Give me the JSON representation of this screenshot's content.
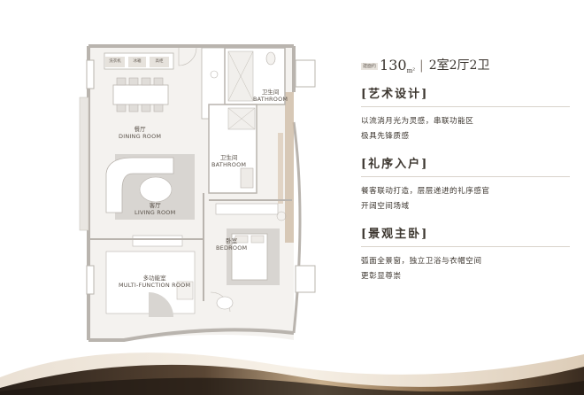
{
  "spec": {
    "area_small": "建面约",
    "area": "130",
    "area_unit": "m²",
    "divider": "|",
    "layout": "2室2厅2卫"
  },
  "sections": [
    {
      "title": "[艺术设计]",
      "lines": [
        "以流淌月光为灵感，串联功能区",
        "极具先锋质感"
      ]
    },
    {
      "title": "[礼序入户]",
      "lines": [
        "餐客联动打造，层层递进的礼序感官",
        "开阔空间场域"
      ]
    },
    {
      "title": "[景观主卧]",
      "lines": [
        "弧面全景窗，独立卫浴与衣帽空间",
        "更彰显尊崇"
      ]
    }
  ],
  "rooms": {
    "dining": {
      "cn": "餐厅",
      "en": "DINING ROOM"
    },
    "living": {
      "cn": "客厅",
      "en": "LIVING ROOM"
    },
    "bath1": {
      "cn": "卫生间",
      "en": "BATHROOM"
    },
    "bath2": {
      "cn": "卫生间",
      "en": "BATHROOM"
    },
    "bedroom": {
      "cn": "卧室",
      "en": "BEDROOM"
    },
    "multi": {
      "cn": "多功能室",
      "en": "MULTI-FUNCTION ROOM"
    }
  },
  "tags": {
    "washer": "洗衣机",
    "fridge": "冰箱",
    "cabinet": "高柜"
  },
  "colors": {
    "wall": "#b9b4ae",
    "floor": "#f3f1ee",
    "carpet": "#d8d5d1",
    "wood": "#cdb9a3",
    "text": "#3c362f",
    "accent": "#a88a62"
  }
}
